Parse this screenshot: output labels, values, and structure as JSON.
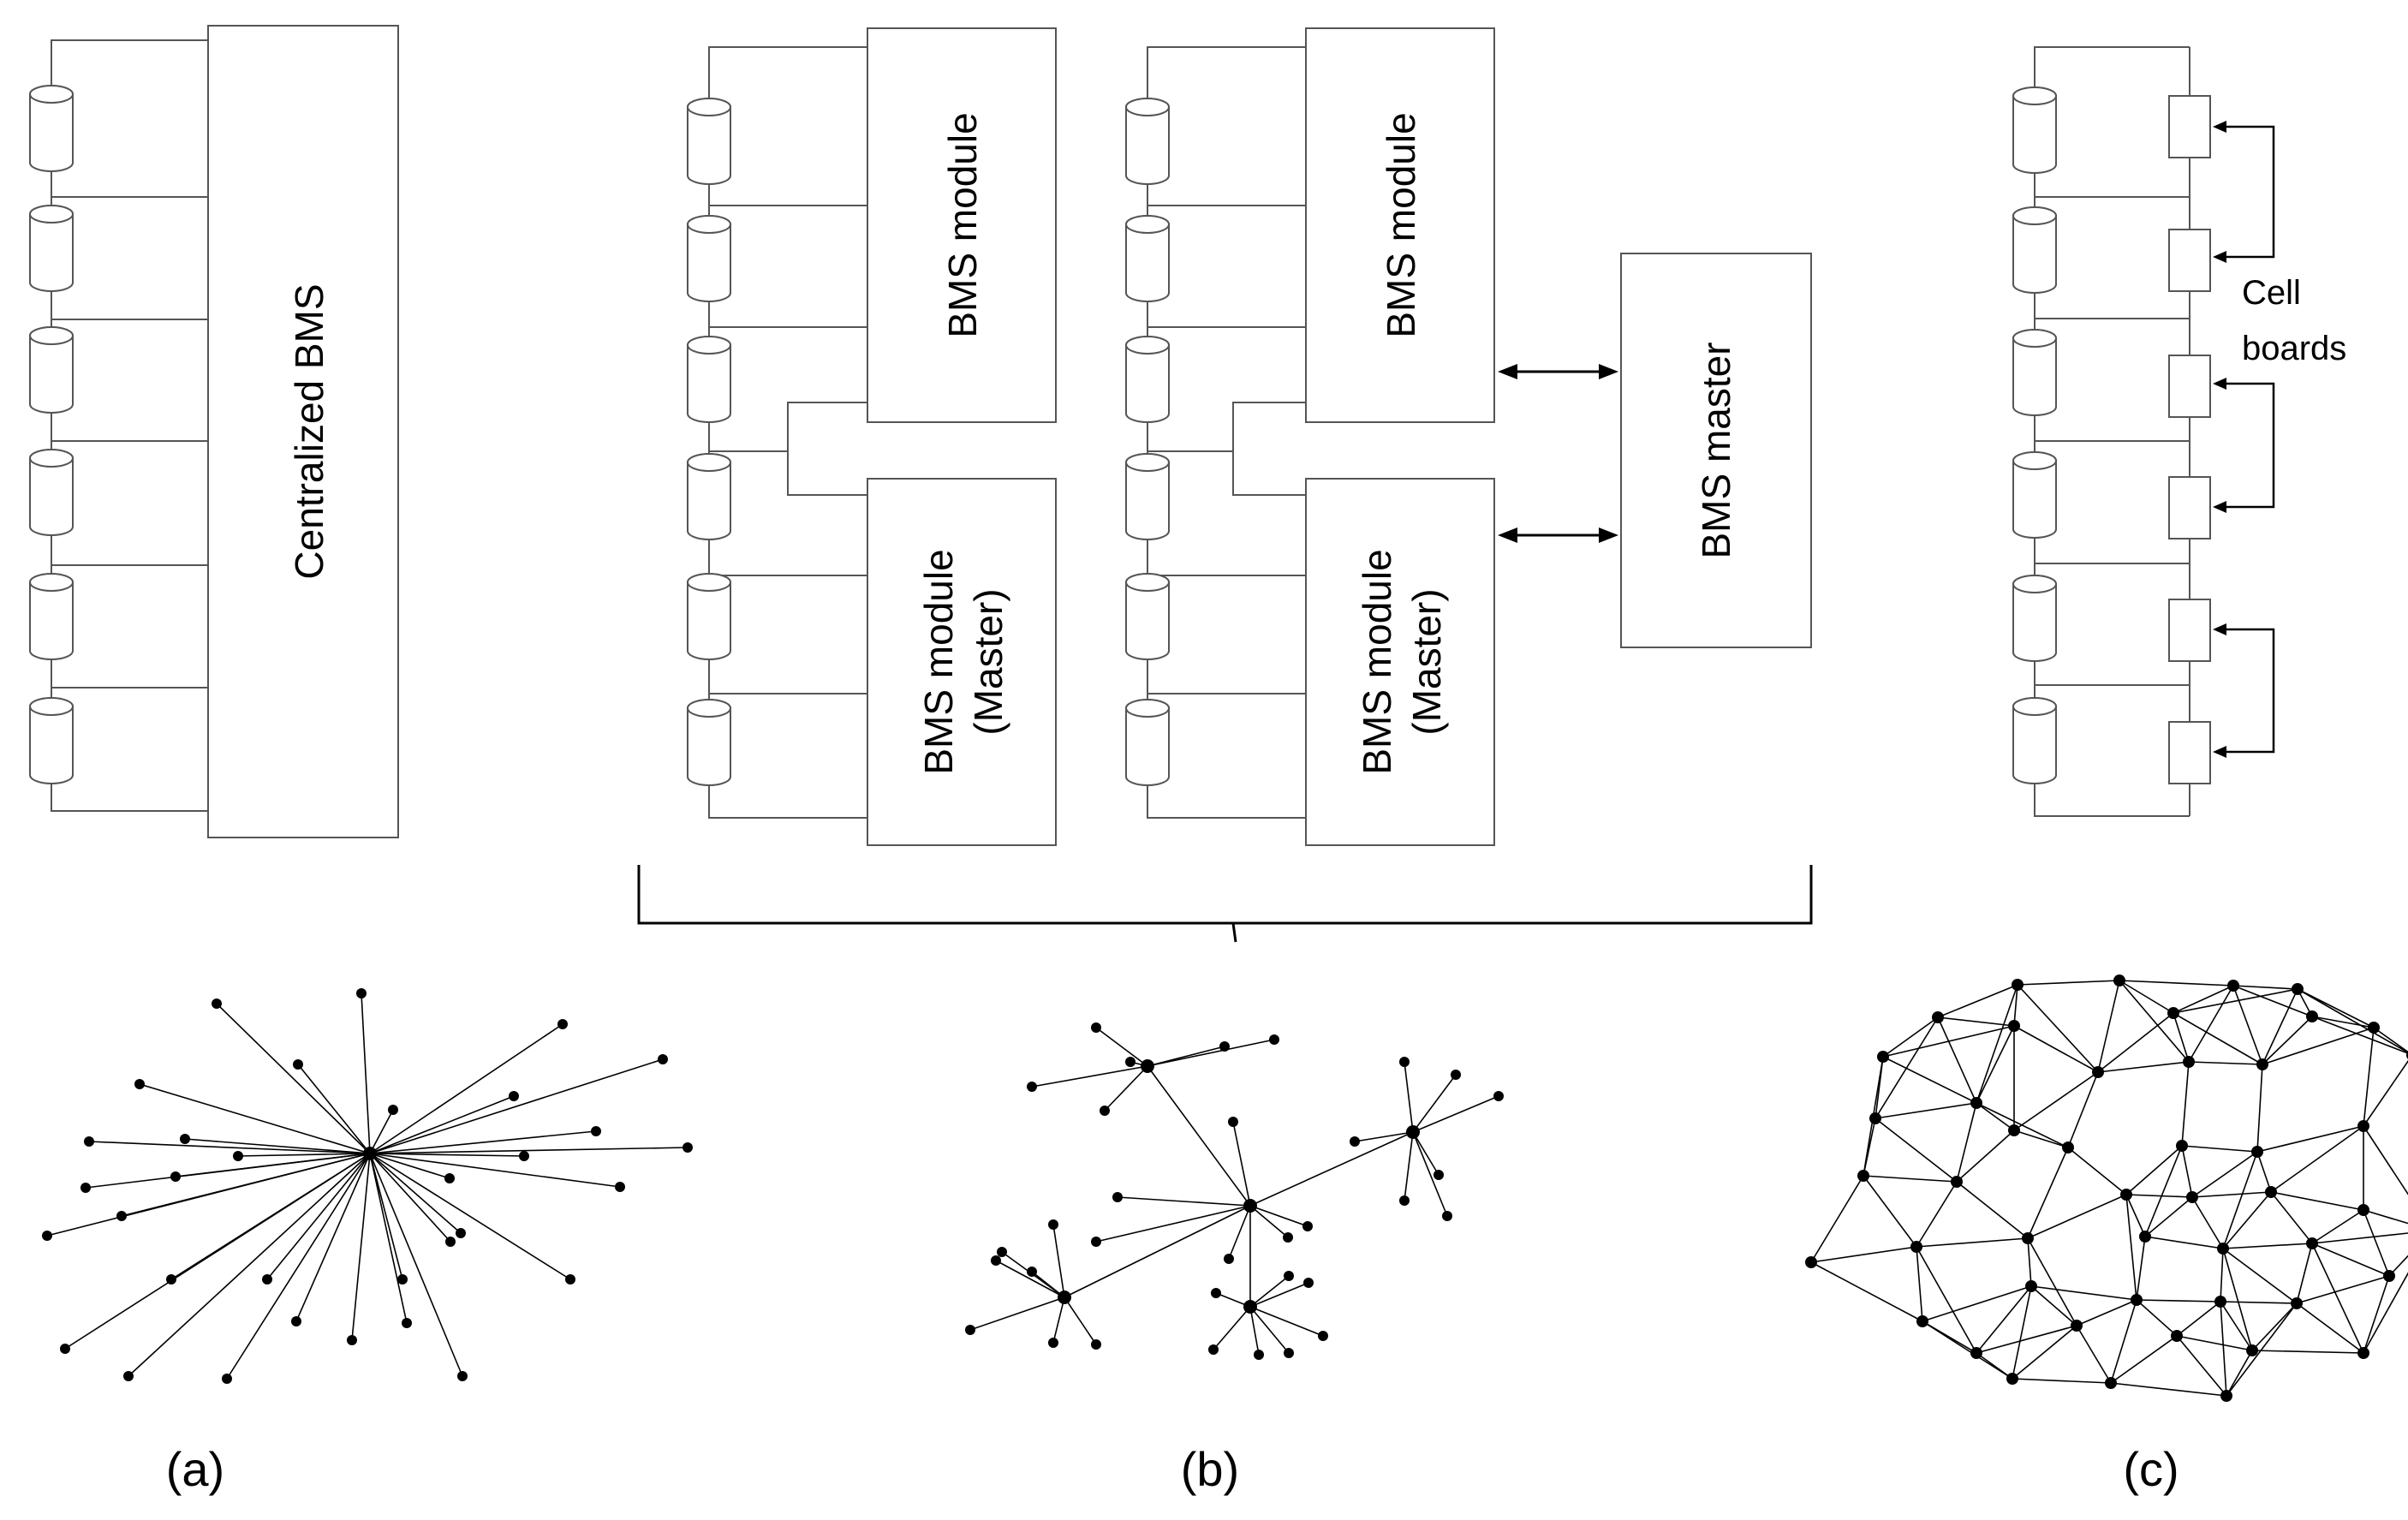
{
  "panels": {
    "a": {
      "caption": "(a)",
      "bms_label": "Centralized BMS"
    },
    "b": {
      "caption": "(b)",
      "module_label": "BMS module",
      "master_module_label_line1": "BMS module",
      "master_module_label_line2": "(Master)",
      "bms_master_label": "BMS master"
    },
    "c": {
      "caption": "(c)",
      "cell_boards_line1": "Cell",
      "cell_boards_line2": "boards"
    }
  },
  "colors": {
    "line": "#555555",
    "node": "#000000",
    "background": "#ffffff"
  }
}
